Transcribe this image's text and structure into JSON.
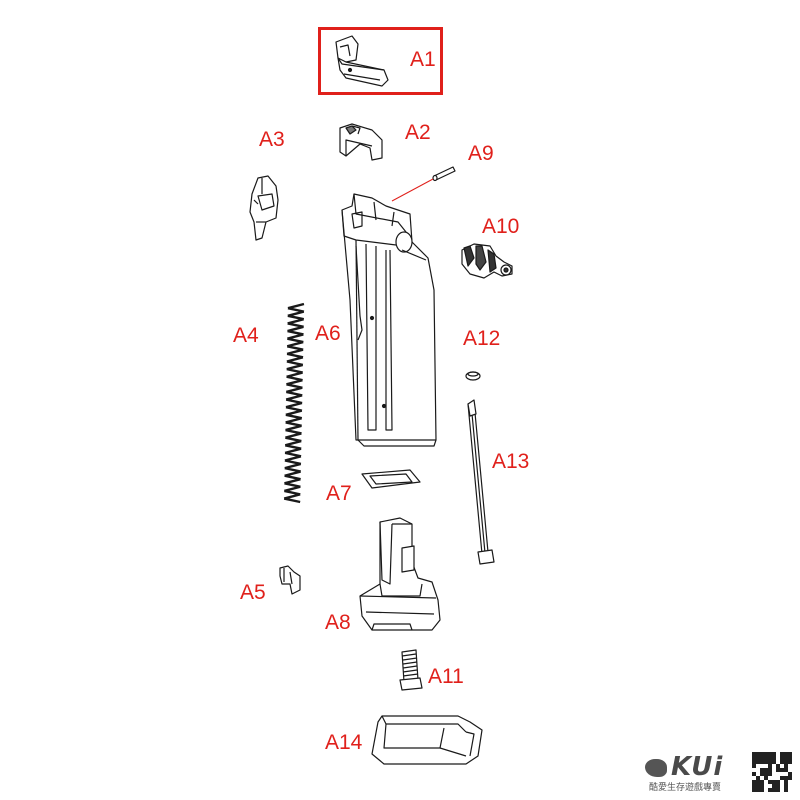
{
  "labels": {
    "a1": "A1",
    "a2": "A2",
    "a3": "A3",
    "a4": "A4",
    "a5": "A5",
    "a6": "A6",
    "a7": "A7",
    "a8": "A8",
    "a9": "A9",
    "a10": "A10",
    "a11": "A11",
    "a12": "A12",
    "a13": "A13",
    "a14": "A14"
  },
  "highlighted_part": "A1",
  "brand": {
    "logo": "KUi",
    "tagline": "酷愛生存遊戲專賣"
  },
  "colors": {
    "label": "#e0201b",
    "line": "#1a1a1a",
    "highlight": "#e0201b"
  }
}
